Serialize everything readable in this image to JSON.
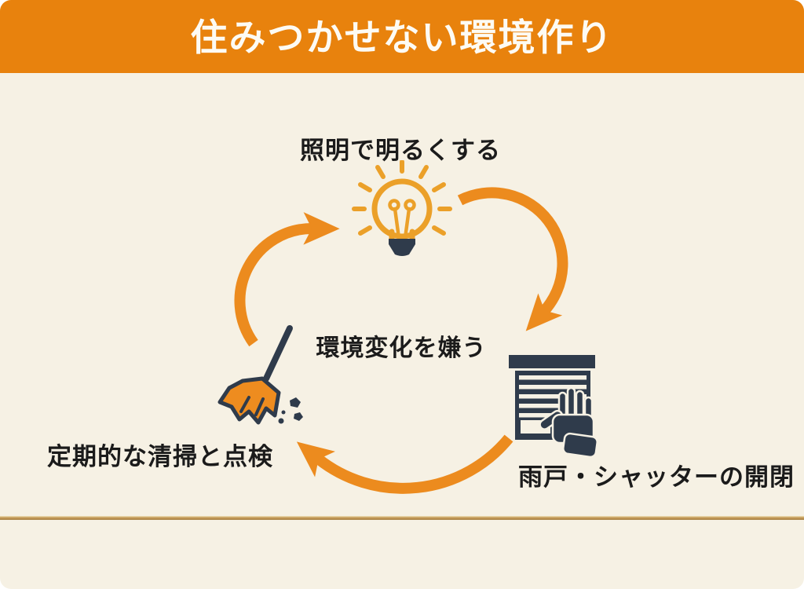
{
  "header": {
    "title": "住みつかせない環境作り"
  },
  "diagram": {
    "center_label": "環境変化を嫌う",
    "flow": "clockwise",
    "nodes": [
      {
        "id": "lighting",
        "position": "top",
        "label": "照明で明るくする",
        "icon": "lightbulb-icon"
      },
      {
        "id": "shutters",
        "position": "bottom-right",
        "label": "雨戸・シャッターの開閉",
        "icon": "shutter-hand-icon"
      },
      {
        "id": "cleaning",
        "position": "bottom-left",
        "label": "定期的な清掃と点検",
        "icon": "broom-icon"
      }
    ]
  },
  "colors": {
    "header_bg": "#E8820D",
    "header_text": "#FDFBF4",
    "body_bg": "#F6F1E4",
    "text": "#1B1B1B",
    "arrow": "#EC8B1E",
    "orange": "#EE8C1F",
    "bulb": "#EBA029",
    "dark": "#2F3B4B",
    "gold": "#C49A55"
  }
}
